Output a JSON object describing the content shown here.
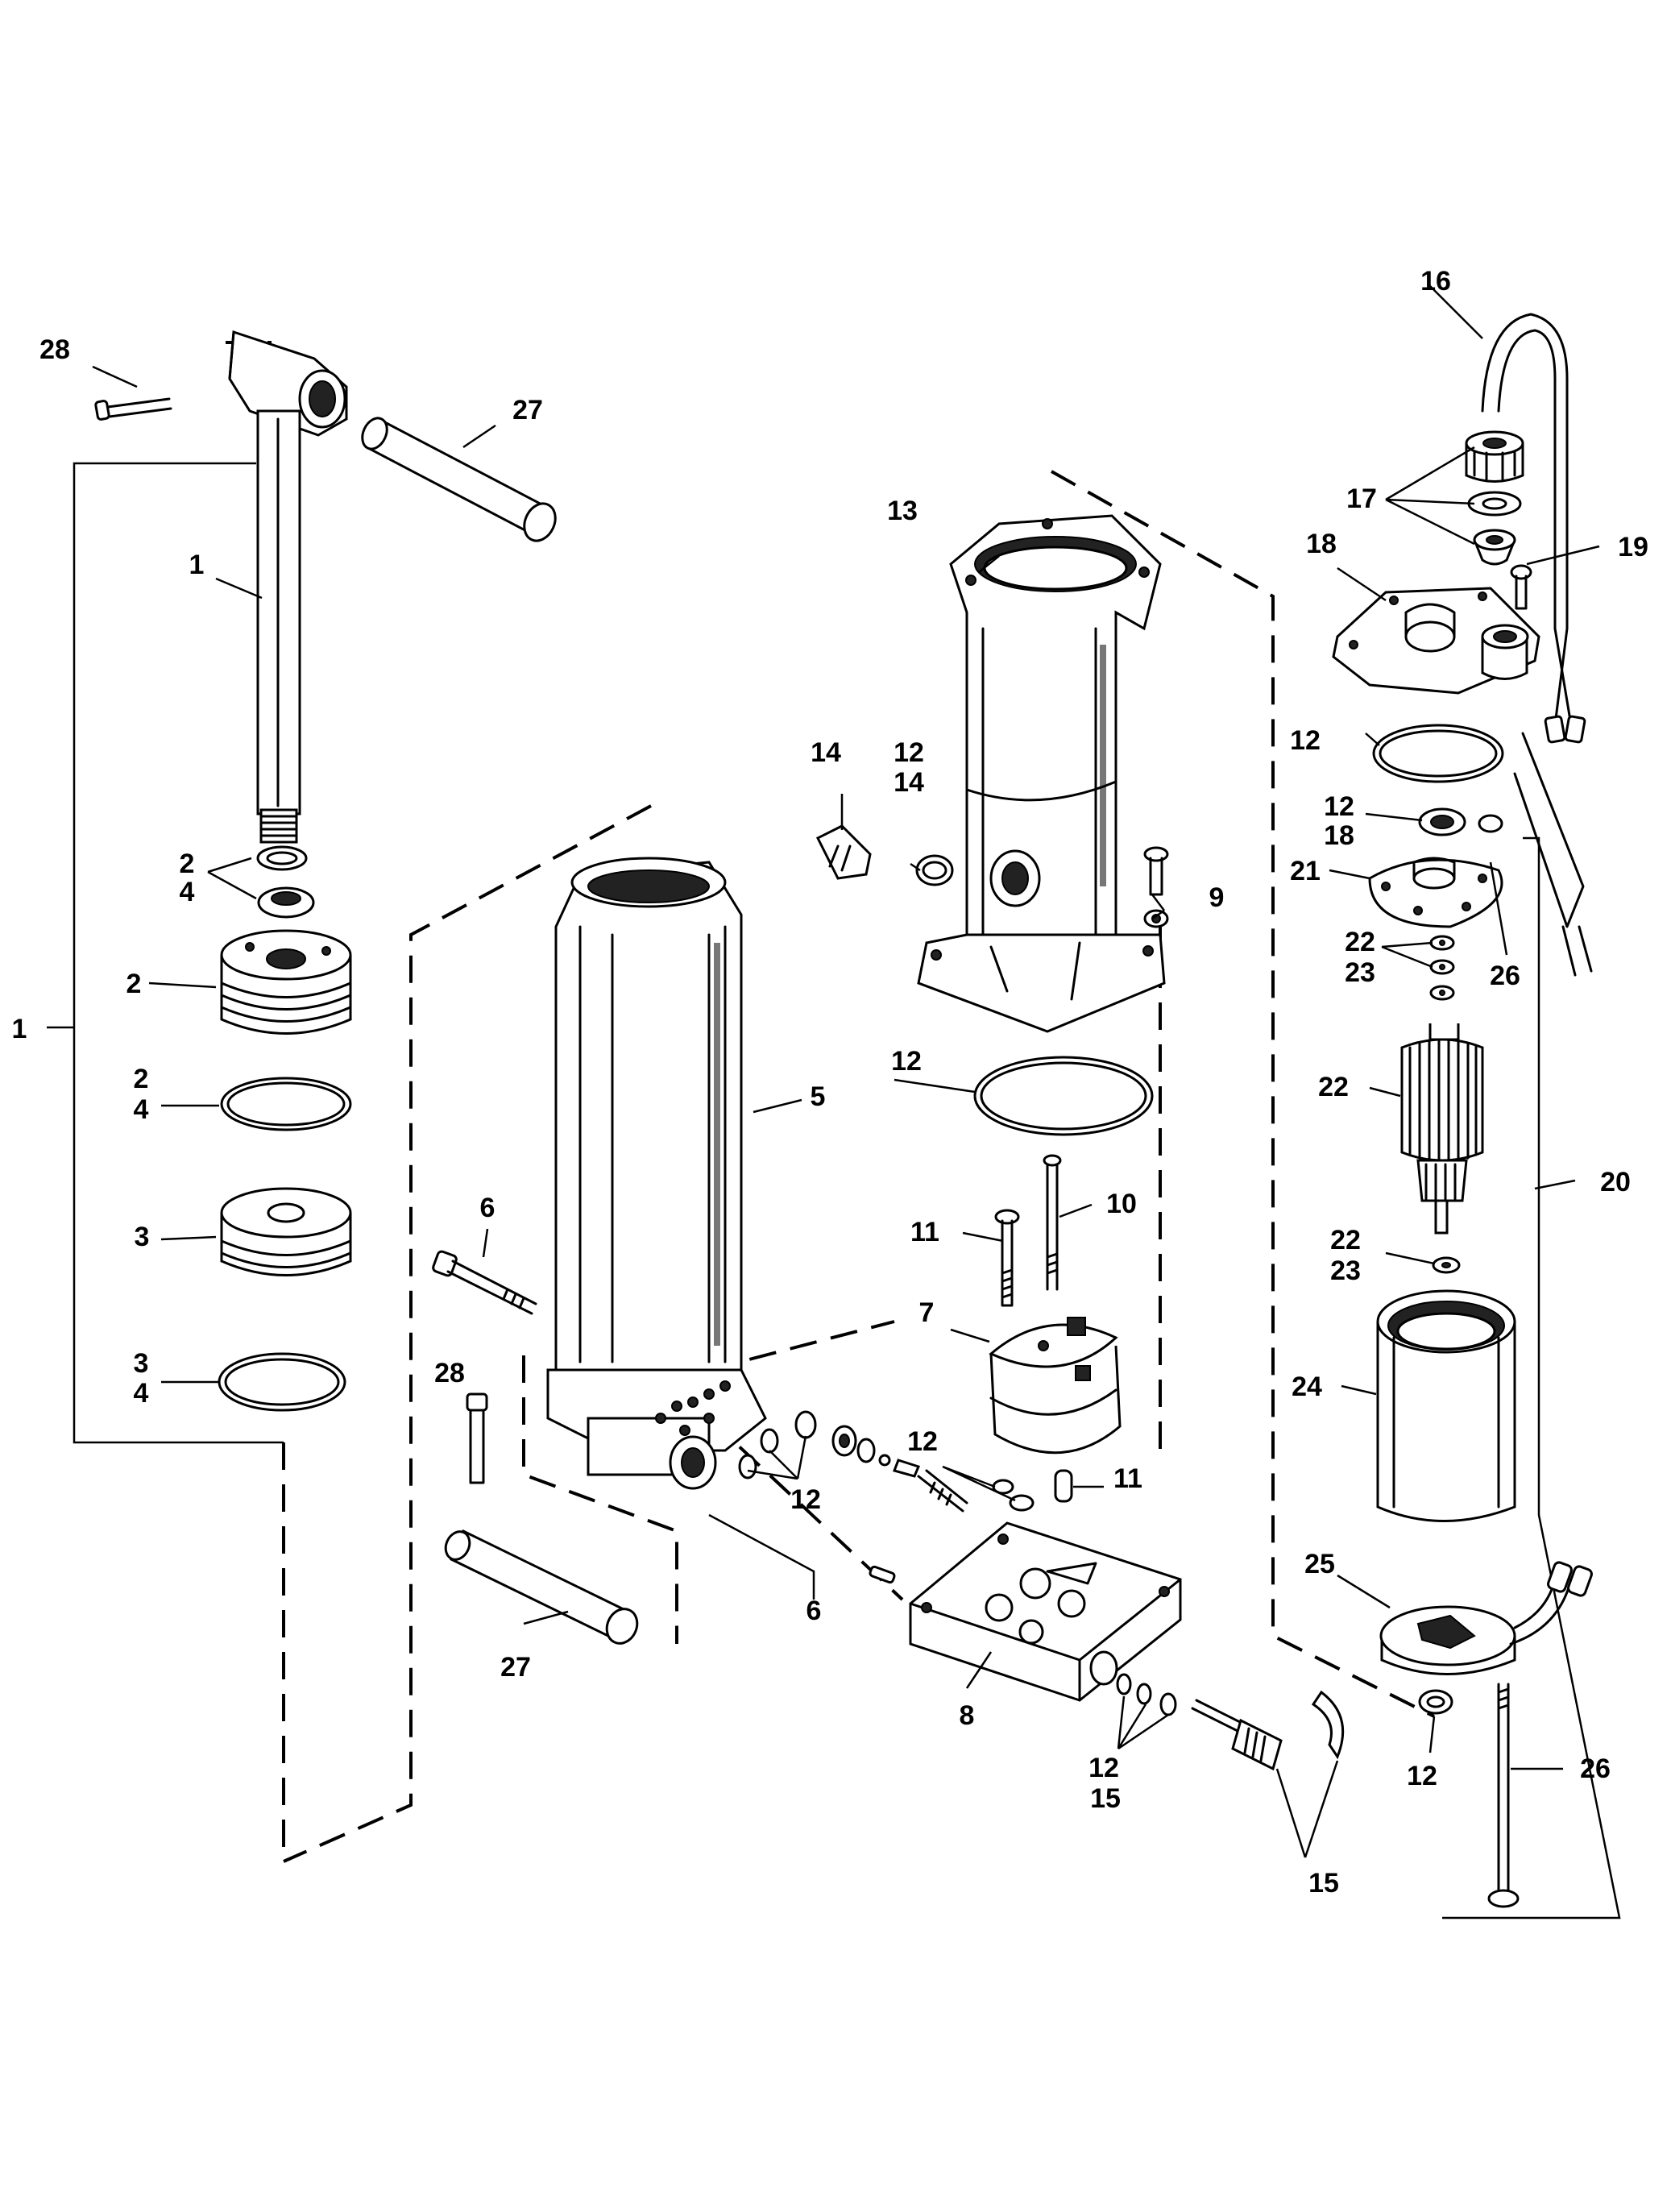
{
  "labels": {
    "l1": "1",
    "l1b": "1",
    "l2a": "2",
    "l4a": "4",
    "l2b": "2",
    "l2c": "2",
    "l4c": "4",
    "l3a": "3",
    "l3b": "3",
    "l4d": "4",
    "l5": "5",
    "l6a": "6",
    "l6b": "6",
    "l7": "7",
    "l8": "8",
    "l9": "9",
    "l10": "10",
    "l11a": "11",
    "l11b": "11",
    "l12a": "12",
    "l14a": "14",
    "l12b": "12",
    "l12c": "12",
    "l12d": "12",
    "l12e": "12",
    "l12f": "12",
    "l18b": "18",
    "l12g": "12",
    "l15a": "15",
    "l12h": "12",
    "l13": "13",
    "l14": "14",
    "l15b": "15",
    "l16": "16",
    "l17": "17",
    "l18": "18",
    "l19": "19",
    "l20": "20",
    "l21": "21",
    "l22a": "22",
    "l23a": "23",
    "l22b": "22",
    "l22c": "22",
    "l23c": "23",
    "l24": "24",
    "l25": "25",
    "l26a": "26",
    "l26b": "26",
    "l27a": "27",
    "l27b": "27",
    "l28a": "28",
    "l28b": "28"
  }
}
